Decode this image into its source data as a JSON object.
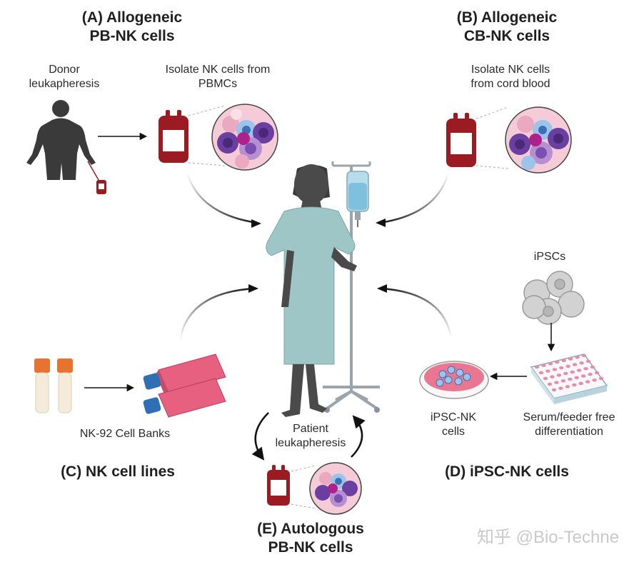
{
  "sections": {
    "a": {
      "title": [
        "(A) Allogeneic",
        "PB-NK cells"
      ],
      "step1": [
        "Donor",
        "leukapheresis"
      ],
      "step2": [
        "Isolate NK cells from",
        "PBMCs"
      ]
    },
    "b": {
      "title": [
        "(B) Allogeneic",
        "CB-NK cells"
      ],
      "step1": [
        "Isolate NK cells",
        "from cord blood"
      ]
    },
    "c": {
      "title": "(C) NK cell lines",
      "caption": "NK-92 Cell Banks"
    },
    "d": {
      "title": "(D) iPSC-NK cells",
      "ipscs": "iPSCs",
      "product": [
        "iPSC-NK",
        "cells"
      ],
      "process": [
        "Serum/feeder free",
        "differentiation"
      ]
    },
    "e": {
      "title": [
        "(E) Autologous",
        "PB-NK cells"
      ],
      "step1": [
        "Patient",
        "leukapheresis"
      ]
    }
  },
  "watermark": "知乎 @Bio-Techne",
  "icons": [
    "donor-silhouette-icon",
    "blood-bag-icon",
    "cell-cluster-icon",
    "patient-icon",
    "iv-stand-icon",
    "vial-icon",
    "culture-flask-icon",
    "petri-dish-icon",
    "well-plate-icon",
    "stem-cell-icon"
  ],
  "colors": {
    "blood": "#9b1b22",
    "gown": "#9fc6c6",
    "silhouette": "#3a3a3a",
    "nk_purple": "#6a3fa0",
    "pink_bg": "#f4cbd6",
    "flask_pink": "#e8607f",
    "cap_blue": "#2f6fb5",
    "cap_orange": "#e8732e"
  }
}
